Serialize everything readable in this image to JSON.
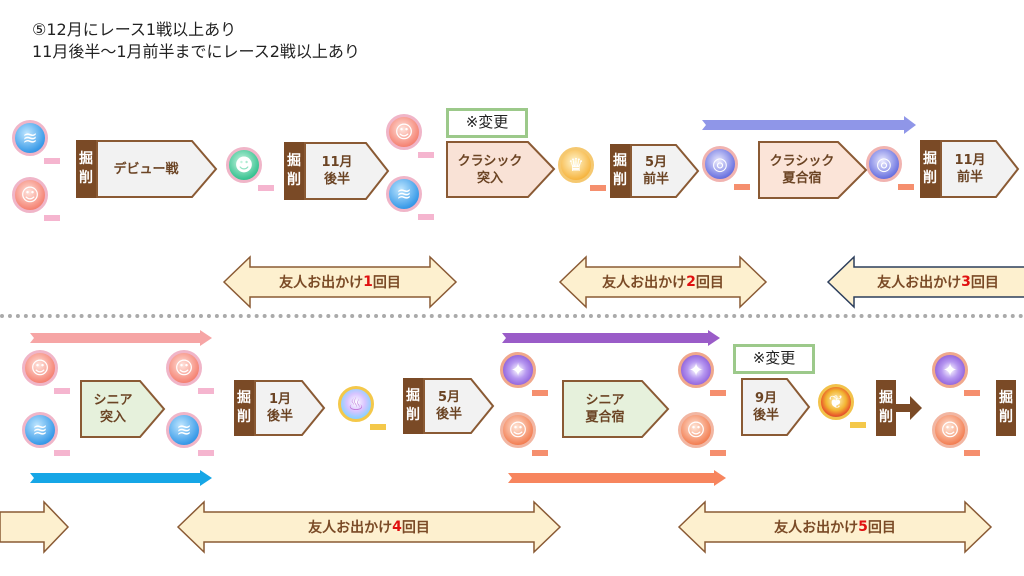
{
  "notes": {
    "line1": "⑤12月にレース1戦以上あり",
    "line2": "11月後半～1月前半までにレース2戦以上あり"
  },
  "dig_label": [
    "掘",
    "削"
  ],
  "change_label": "※変更",
  "row1": {
    "steps": [
      {
        "label1": "デビュー戦",
        "label2": ""
      },
      {
        "label1": "11月",
        "label2": "後半"
      },
      {
        "label1": "クラシック",
        "label2": "突入"
      },
      {
        "label1": "5月",
        "label2": "前半"
      },
      {
        "label1": "クラシック",
        "label2": "夏合宿"
      },
      {
        "label1": "11月",
        "label2": "前半"
      }
    ],
    "outings": [
      {
        "prefix": "友人お出かけ",
        "num": "1",
        "suffix": "回目"
      },
      {
        "prefix": "友人お出かけ",
        "num": "2",
        "suffix": "回目"
      },
      {
        "prefix": "友人お出かけ",
        "num": "3",
        "suffix": "回目"
      }
    ]
  },
  "row2": {
    "steps": [
      {
        "label1": "シニア",
        "label2": "突入"
      },
      {
        "label1": "1月",
        "label2": "後半"
      },
      {
        "label1": "5月",
        "label2": "後半"
      },
      {
        "label1": "シニア",
        "label2": "夏合宿"
      },
      {
        "label1": "9月",
        "label2": "後半"
      }
    ],
    "outings": [
      {
        "prefix": "友人お出かけ",
        "num": "4",
        "suffix": "回目"
      },
      {
        "prefix": "友人お出かけ",
        "num": "5",
        "suffix": "回目"
      }
    ]
  },
  "colors": {
    "brown": "#7a4a26",
    "tan_fill": "#fdf0cf",
    "accent_red": "#e01010",
    "arrow_blue_violet": "#8f96e8",
    "arrow_pink": "#f6a5a5",
    "arrow_cyan": "#16a6e6",
    "arrow_purple": "#9a5cc8",
    "arrow_orange": "#f7855e",
    "change_border": "#9cc98a"
  }
}
